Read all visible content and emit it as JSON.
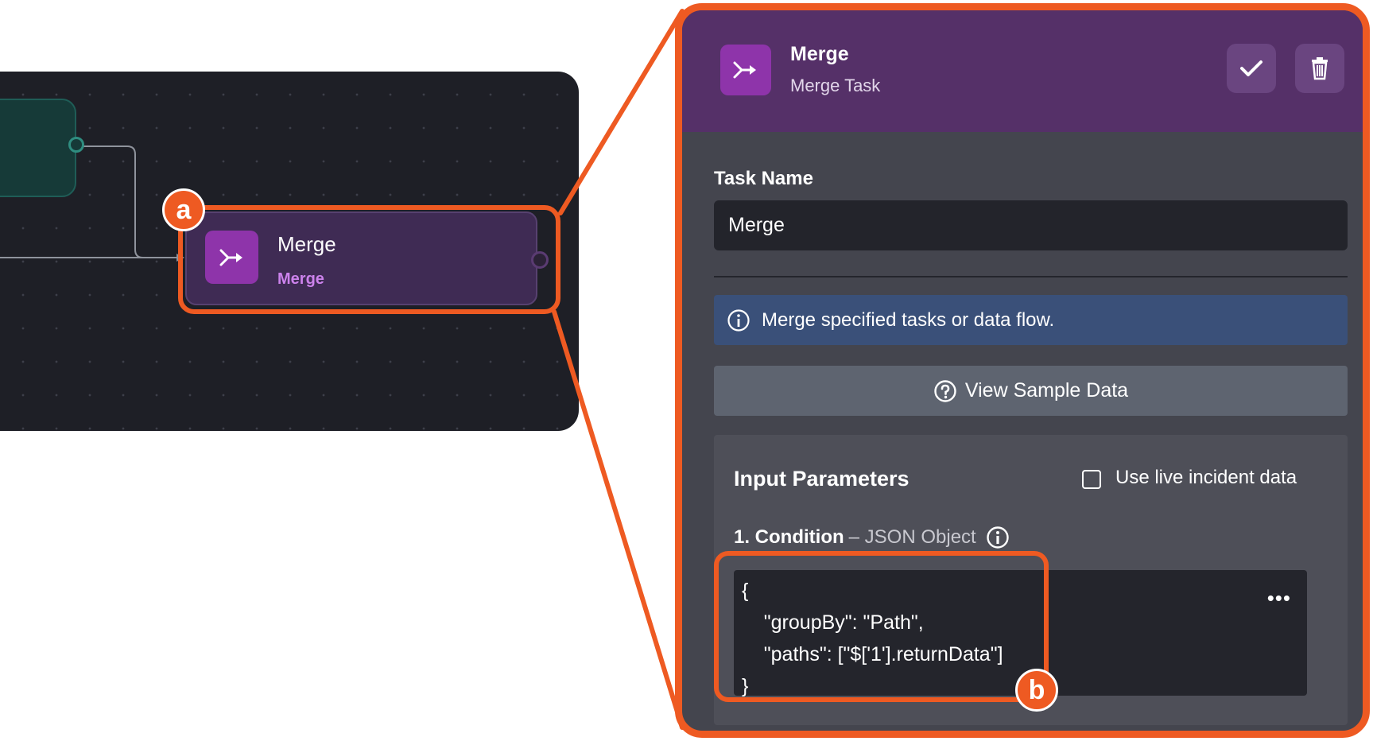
{
  "canvas": {
    "node": {
      "title": "Merge",
      "subtitle": "Merge"
    }
  },
  "callouts": {
    "a": "a",
    "b": "b"
  },
  "panel": {
    "header": {
      "title": "Merge",
      "subtitle": "Merge Task"
    },
    "task_name": {
      "label": "Task Name",
      "value": "Merge"
    },
    "info_text": "Merge specified tasks or data flow.",
    "sample_button": "View Sample Data",
    "params": {
      "title": "Input Parameters",
      "live_label": "Use live incident data",
      "live_checked": false,
      "condition_label": "1. Condition",
      "condition_type": "– JSON Object",
      "code_lines": [
        "{",
        "    \"groupBy\": \"Path\",",
        "    \"paths\": [\"$['1'].returnData\"]",
        "}"
      ],
      "menu": "•••"
    }
  },
  "colors": {
    "accent": "#ee5a22",
    "node_purple": "#8e34aa",
    "header_purple": "#553068",
    "info_blue": "#3a5079"
  },
  "icons": [
    "merge-icon",
    "check-icon",
    "trash-icon",
    "info-icon",
    "help-circle-icon",
    "more-icon"
  ]
}
